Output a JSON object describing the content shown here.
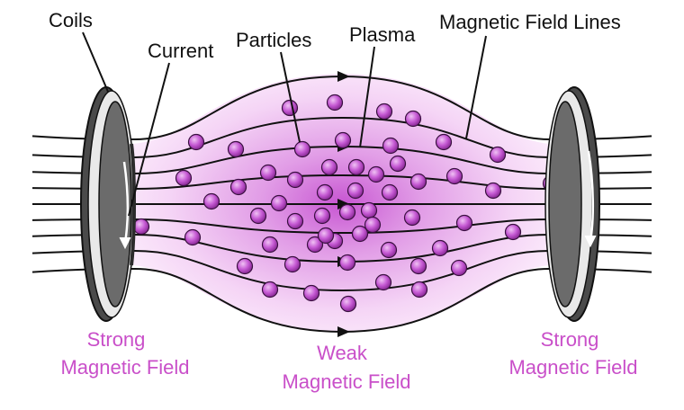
{
  "labels": {
    "coils": "Coils",
    "current": "Current",
    "particles": "Particles",
    "plasma": "Plasma",
    "field_lines": "Magnetic Field Lines"
  },
  "regions": {
    "left": [
      "Strong",
      "Magnetic Field"
    ],
    "center": [
      "Weak",
      "Magnetic Field"
    ],
    "right": [
      "Strong",
      "Magnetic Field"
    ]
  },
  "colors": {
    "plasma_core": "#c44ccf",
    "plasma_edge": "#f6d6f6",
    "particle": "#c65ad4",
    "region_label": "#c94fc9",
    "line": "#111111",
    "coil_outer": "#555555",
    "coil_inner": "#ededed"
  }
}
